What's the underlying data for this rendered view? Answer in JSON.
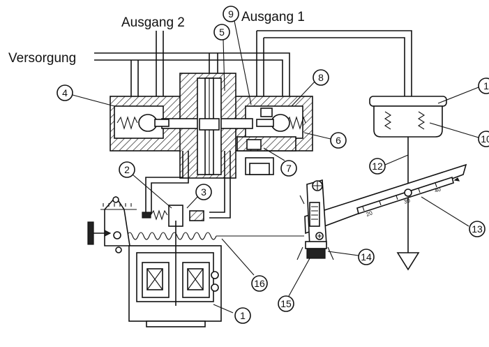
{
  "labels": {
    "supply": "Versorgung",
    "output1": "Ausgang 1",
    "output2": "Ausgang 2"
  },
  "callouts": [
    "1",
    "2",
    "3",
    "4",
    "5",
    "6",
    "7",
    "8",
    "9",
    "10",
    "1",
    "12",
    "13",
    "14",
    "15",
    "16"
  ],
  "scale": {
    "marks": [
      "20",
      "30",
      "40"
    ]
  }
}
